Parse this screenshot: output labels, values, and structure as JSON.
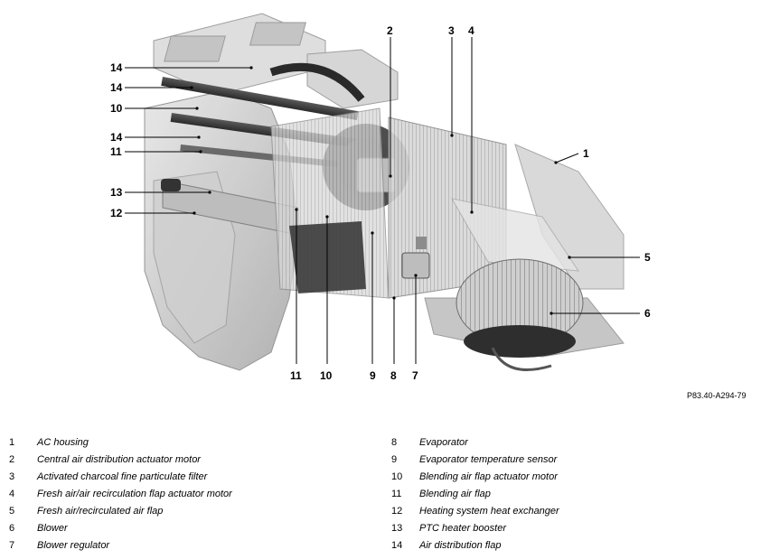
{
  "figure": {
    "reference_code": "P83.40-A294-79",
    "callouts": [
      "14",
      "14",
      "10",
      "14",
      "11",
      "13",
      "12",
      "2",
      "3",
      "4",
      "1",
      "5",
      "6",
      "11",
      "10",
      "9",
      "8",
      "7"
    ]
  },
  "legend": {
    "items": [
      {
        "number": "1",
        "text": "AC housing"
      },
      {
        "number": "2",
        "text": "Central air distribution actuator motor"
      },
      {
        "number": "3",
        "text": "Activated charcoal fine particulate filter"
      },
      {
        "number": "4",
        "text": "Fresh air/air recirculation flap actuator motor"
      },
      {
        "number": "5",
        "text": "Fresh air/recirculated air flap"
      },
      {
        "number": "6",
        "text": "Blower"
      },
      {
        "number": "7",
        "text": "Blower regulator"
      },
      {
        "number": "8",
        "text": "Evaporator"
      },
      {
        "number": "9",
        "text": "Evaporator temperature sensor"
      },
      {
        "number": "10",
        "text": "Blending air flap actuator motor"
      },
      {
        "number": "11",
        "text": "Blending air flap"
      },
      {
        "number": "12",
        "text": "Heating system heat exchanger"
      },
      {
        "number": "13",
        "text": "PTC heater booster"
      },
      {
        "number": "14",
        "text": "Air distribution flap"
      }
    ]
  }
}
